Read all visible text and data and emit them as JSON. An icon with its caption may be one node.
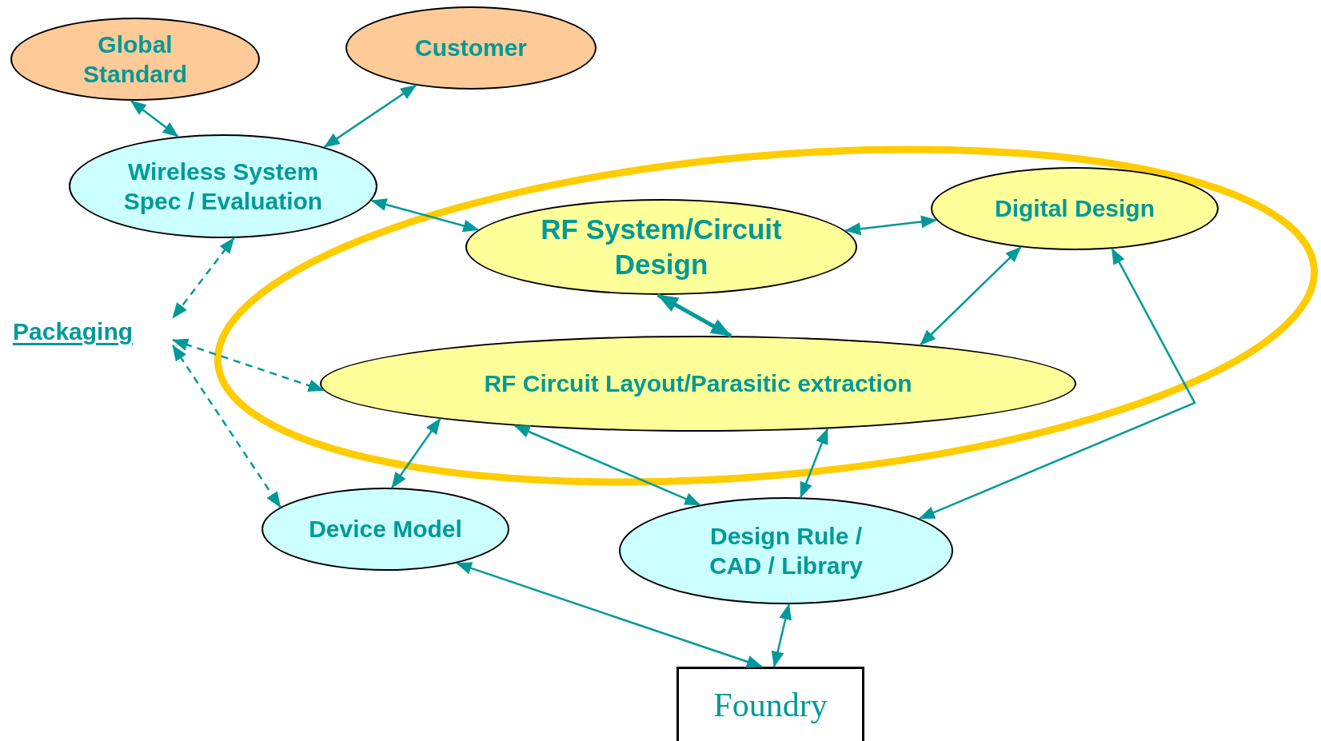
{
  "diagram": {
    "nodes": [
      {
        "text": [
          "Global Standard"
        ]
      },
      {
        "text": [
          "Customer"
        ]
      },
      {
        "text": [
          "Wireless System Spec / Evaluation"
        ]
      },
      {
        "text": [
          "RF System/Circuit Design"
        ]
      },
      {
        "text": [
          "Digital Design"
        ]
      },
      {
        "text": [
          "Packaging"
        ]
      },
      {
        "text": [
          "RF Circuit Layout/Parasitic extraction"
        ]
      },
      {
        "text": [
          "Device Model"
        ]
      },
      {
        "text": [
          "Design Rule / CAD / Library"
        ]
      },
      {
        "text": [
          "Foundry"
        ]
      }
    ],
    "edges": [
      {
        "from": 0,
        "to": 2,
        "arrow": "both"
      },
      {
        "from": 1,
        "to": 2,
        "arrow": "both"
      },
      {
        "from": 2,
        "to": 3,
        "arrow": "both"
      },
      {
        "from": 3,
        "to": 4,
        "arrow": "both"
      },
      {
        "from": 3,
        "to": 6,
        "arrow": "both",
        "style": "thick"
      },
      {
        "from": 4,
        "to": 6,
        "arrow": "both"
      },
      {
        "from": 2,
        "to": 5,
        "arrow": "both",
        "style": "dashed"
      },
      {
        "from": 5,
        "to": 6,
        "arrow": "both",
        "style": "dashed"
      },
      {
        "from": 5,
        "to": 7,
        "arrow": "both",
        "style": "dashed"
      },
      {
        "from": 6,
        "to": 7,
        "arrow": "both"
      },
      {
        "from": 6,
        "to": 8,
        "arrow": "both"
      },
      {
        "from": 6,
        "to": 8,
        "arrow": "both"
      },
      {
        "from": 4,
        "to": 8,
        "arrow": "both"
      },
      {
        "from": 7,
        "to": 9,
        "arrow": "both"
      },
      {
        "from": 8,
        "to": 9,
        "arrow": "both"
      }
    ]
  }
}
